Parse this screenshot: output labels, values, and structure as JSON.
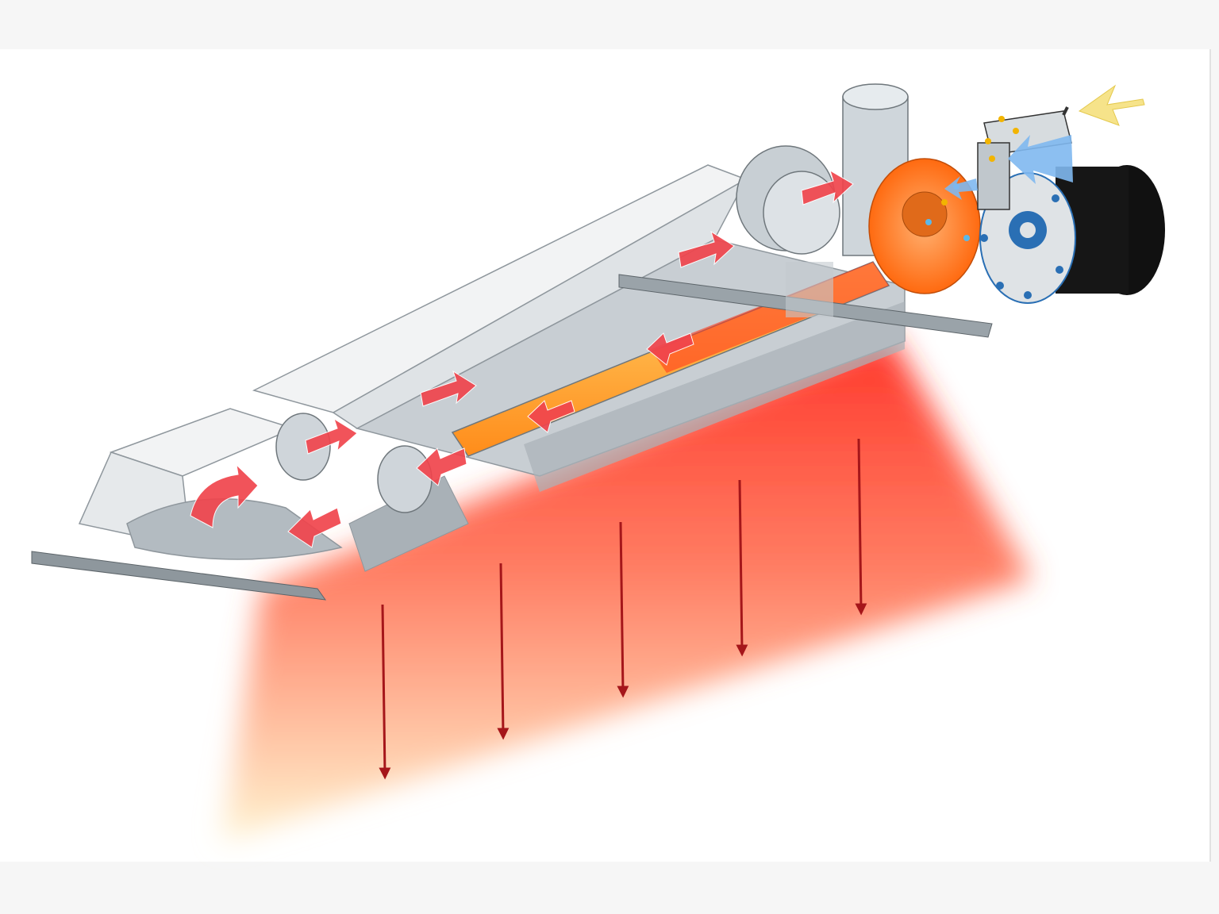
{
  "diagram": {
    "colors": {
      "background": "#ffffff",
      "page_margin": "#f6f6f6",
      "housing": "#d9dde0",
      "housing_dark": "#9aa3aa",
      "flow_arrow": "#f0454d",
      "heat_arrow": "#a5161a",
      "radiant_red": "#ff2b1f",
      "radiant_fade": "#fff2c8",
      "flame_orange": "#ff7b1c",
      "burner_tube": "#ffb02a",
      "fuel_arrow": "#f6e38a",
      "air_arrow": "#7fb8f0",
      "motor_black": "#111111",
      "fan_blue": "#2a6fb4"
    },
    "icons": [
      "fuel-inlet-arrow",
      "air-inlet-arrow",
      "flow-arrow",
      "radiant-heat-arrow"
    ],
    "heat_arrows_count": 5
  }
}
